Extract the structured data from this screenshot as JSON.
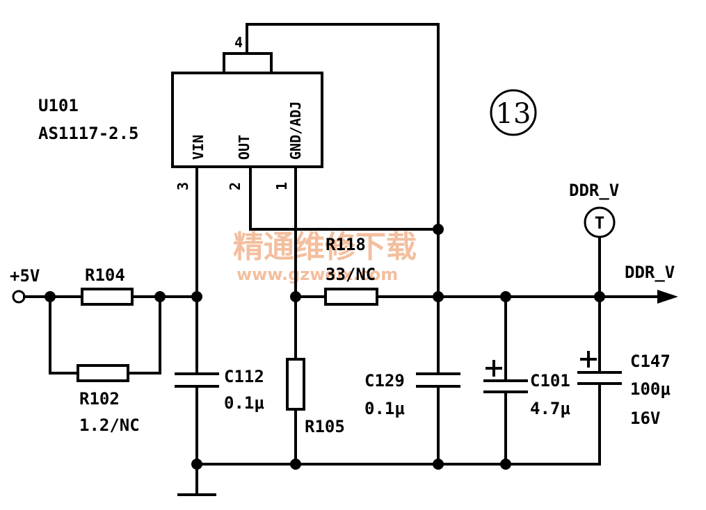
{
  "ic": {
    "ref": "U101",
    "part": "AS1117-2.5",
    "pins": {
      "vin": "VIN",
      "out": "OUT",
      "gnd_adj": "GND/ADJ",
      "num_tab": "4",
      "num_vin": "3",
      "num_out": "2",
      "num_gnd": "1"
    }
  },
  "section_badge": "13",
  "input": {
    "label": "+5V"
  },
  "resistors": {
    "r104": {
      "ref": "R104",
      "value": ""
    },
    "r102": {
      "ref": "R102",
      "value": "1.2/NC"
    },
    "r118": {
      "ref": "R118",
      "value": "33/NC"
    },
    "r105": {
      "ref": "R105",
      "value": ""
    }
  },
  "capacitors": {
    "c112": {
      "ref": "C112",
      "value": "0.1μ"
    },
    "c129": {
      "ref": "C129",
      "value": "0.1μ"
    },
    "c101": {
      "ref": "C101",
      "value": "4.7μ"
    },
    "c147": {
      "ref": "C147",
      "value": "100μ",
      "rating": "16V"
    }
  },
  "test_point": {
    "label": "DDR_V",
    "symbol": "T"
  },
  "output": {
    "label": "DDR_V"
  },
  "watermark": {
    "text": "精通维修下载",
    "url": "www.gzweix.com"
  }
}
